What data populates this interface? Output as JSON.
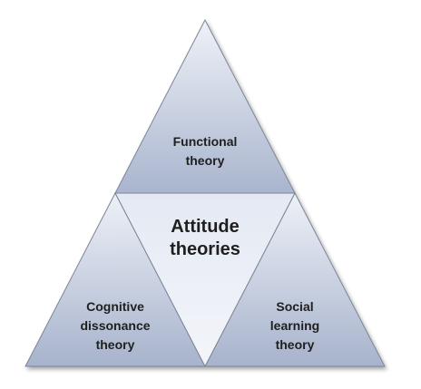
{
  "diagram": {
    "center": {
      "title_line1": "Attitude",
      "title_line2": "theories"
    },
    "top": {
      "line1": "Functional",
      "line2": "theory"
    },
    "left": {
      "line1": "Cognitive",
      "line2": "dissonance",
      "line3": "theory"
    },
    "right": {
      "line1": "Social",
      "line2": "learning",
      "line3": "theory"
    },
    "colors": {
      "fill_light": "#e6eaf3",
      "fill_dark": "#a9b5ce",
      "center_light": "#f2f4f9",
      "center_dark": "#dce2ee",
      "edge": "#7c8596",
      "text": "#1f1f1f"
    }
  }
}
